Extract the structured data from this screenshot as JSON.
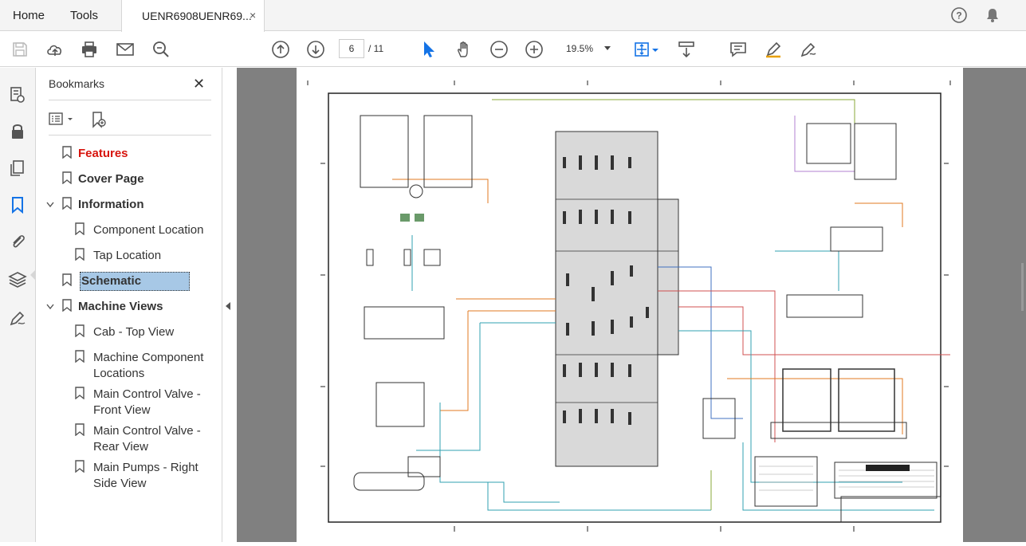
{
  "tabs": {
    "home": "Home",
    "tools": "Tools",
    "document": "UENR6908UENR69...",
    "close_glyph": "×"
  },
  "toolbar": {
    "current_page": "6",
    "total_pages": "/ 11",
    "zoom": "19.5%"
  },
  "bookmarks": {
    "title": "Bookmarks",
    "close_glyph": "✕",
    "items": [
      {
        "label": "Features"
      },
      {
        "label": "Cover Page"
      },
      {
        "label": "Information"
      },
      {
        "label": "Component Location"
      },
      {
        "label": "Tap Location"
      },
      {
        "label": "Schematic"
      },
      {
        "label": "Machine Views"
      },
      {
        "label": "Cab - Top View"
      },
      {
        "label": "Machine Component",
        "label2": "Locations"
      },
      {
        "label": "Main Control Valve -",
        "label2": "Front View"
      },
      {
        "label": "Main Control Valve -",
        "label2": "Rear View"
      },
      {
        "label": "Main Pumps - Right",
        "label2": "Side View"
      }
    ]
  },
  "colors": {
    "accent_blue": "#1473e6",
    "selected_bg": "#a7c8e6",
    "features_red": "#d7150e",
    "viewer_bg": "#808080"
  }
}
